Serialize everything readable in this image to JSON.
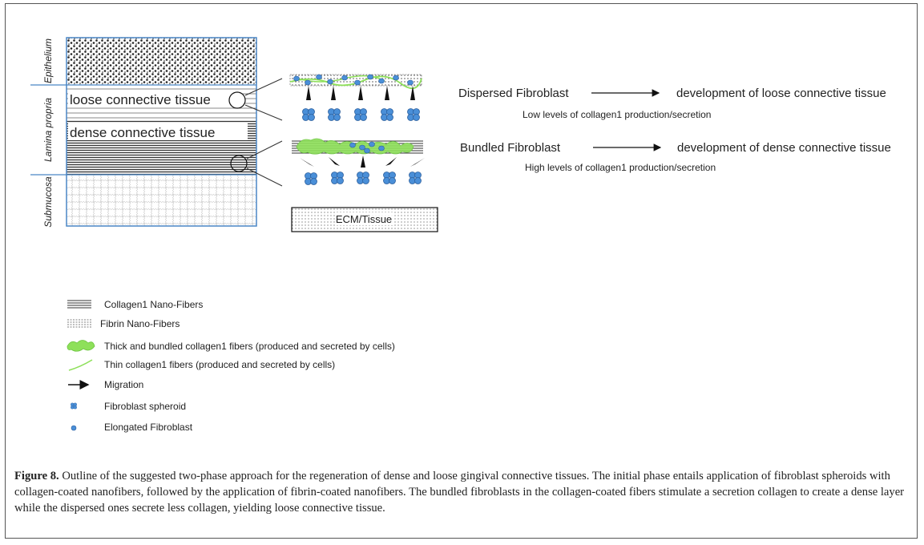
{
  "layers": {
    "epithelium": "Epithelium",
    "lamina_propria": "Lamina propria",
    "submucosa": "Submucosa"
  },
  "tissue_labels": {
    "loose": "loose connective tissue",
    "dense": "dense connective tissue"
  },
  "ecm_label": "ECM/Tissue",
  "pathways": [
    {
      "source": "Dispersed Fibroblast",
      "outcome": "development of loose connective tissue",
      "detail": "Low levels of collagen1 production/secretion"
    },
    {
      "source": "Bundled Fibroblast",
      "outcome": "development of dense connective tissue",
      "detail": "High levels of collagen1 production/secretion"
    }
  ],
  "legend": [
    {
      "icon": "collagen-nanofiber-icon",
      "label": "Collagen1 Nano-Fibers"
    },
    {
      "icon": "fibrin-nanofiber-icon",
      "label": "Fibrin Nano-Fibers"
    },
    {
      "icon": "thick-collagen-fiber-icon",
      "label": "Thick and bundled collagen1 fibers (produced and secreted by cells)"
    },
    {
      "icon": "thin-collagen-fiber-icon",
      "label": "Thin collagen1 fibers (produced and secreted by cells)"
    },
    {
      "icon": "migration-arrow-icon",
      "label": "Migration"
    },
    {
      "icon": "fibroblast-spheroid-icon",
      "label": "Fibroblast spheroid"
    },
    {
      "icon": "elongated-fibroblast-icon",
      "label": "Elongated Fibroblast"
    }
  ],
  "caption": {
    "label": "Figure 8.",
    "text": " Outline of the suggested two-phase approach for the regeneration of dense and loose gingival connective tissues. The initial phase entails application of fibroblast spheroids with collagen-coated nanofibers, followed by the application of fibrin-coated nanofibers. The bundled fibroblasts in the collagen-coated fibers stimulate a secretion collagen to create a dense layer while the dispersed ones secrete less collagen, yielding loose connective tissue."
  },
  "colors": {
    "boundary_line": "#4a86c5",
    "spheroid_blue": "#4a8fd8",
    "collagen_green": "#8ee05a",
    "ink": "#222222"
  }
}
